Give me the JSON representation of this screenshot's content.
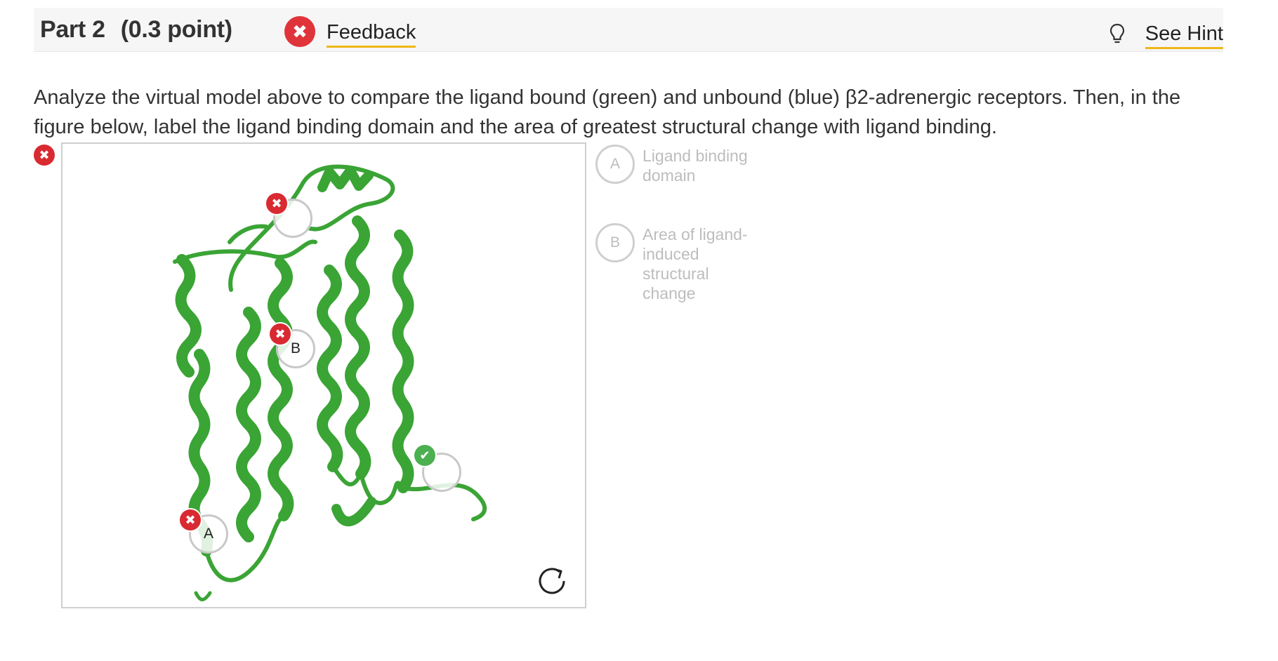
{
  "header": {
    "part_label": "Part 2",
    "points_label": "(0.3 point)",
    "feedback_label": "Feedback",
    "hint_label": "See Hint"
  },
  "question": {
    "text": "Analyze the virtual model above to compare the ligand bound (green) and unbound (blue) β2-adrenergic receptors. Then, in the figure below, label the ligand binding domain and the area of greatest structural change with ligand binding."
  },
  "figure": {
    "drop_targets": [
      {
        "letter": "",
        "status": "incorrect"
      },
      {
        "letter": "B",
        "status": "incorrect"
      },
      {
        "letter": "",
        "status": "correct"
      },
      {
        "letter": "A",
        "status": "incorrect"
      }
    ]
  },
  "labels": [
    {
      "letter": "A",
      "text": "Ligand binding domain"
    },
    {
      "letter": "B",
      "text": "Area of ligand-induced structural change"
    }
  ],
  "colors": {
    "protein": "#3aa435",
    "error": "#d92a31",
    "correct": "#4caf50",
    "link_underline": "#f1b719"
  },
  "icons": {
    "feedback": "x-circle-icon",
    "hint": "lightbulb-icon",
    "reset": "reset-icon"
  }
}
